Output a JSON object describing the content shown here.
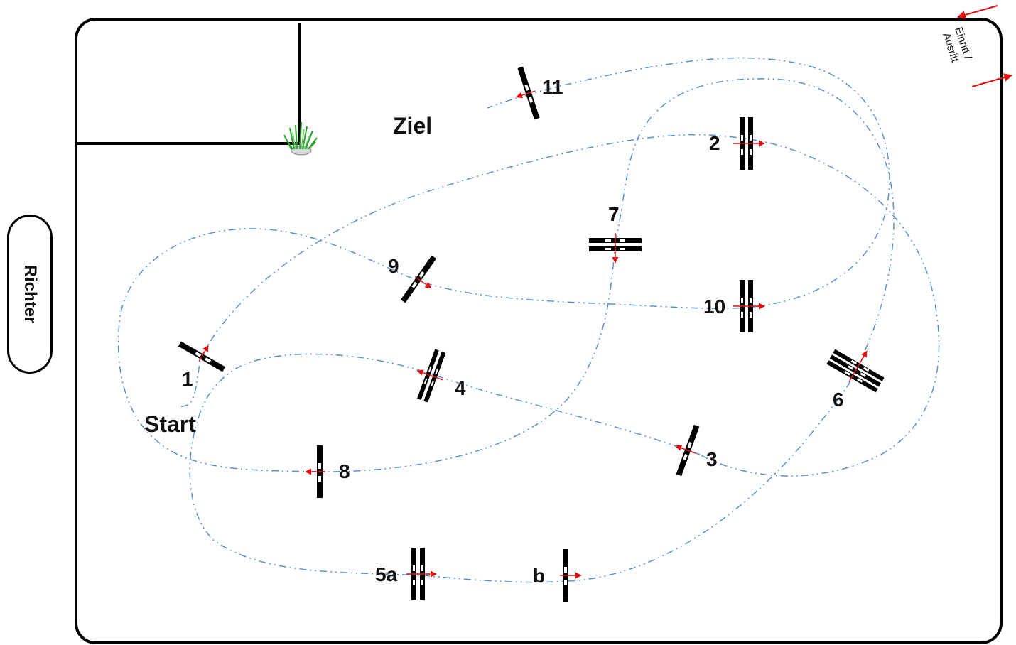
{
  "judge_label": "Richter",
  "entry_label_line1": "Einritt /",
  "entry_label_line2": "Ausritt",
  "start_label": "Start",
  "finish_label": "Ziel",
  "obstacles": [
    {
      "label": "1",
      "type": "vertical"
    },
    {
      "label": "2",
      "type": "oxer"
    },
    {
      "label": "3",
      "type": "vertical"
    },
    {
      "label": "4",
      "type": "oxer"
    },
    {
      "label": "5a",
      "type": "oxer"
    },
    {
      "label": "b",
      "type": "vertical"
    },
    {
      "label": "6",
      "type": "triple-bar"
    },
    {
      "label": "7",
      "type": "oxer"
    },
    {
      "label": "8",
      "type": "vertical"
    },
    {
      "label": "9",
      "type": "vertical"
    },
    {
      "label": "10",
      "type": "oxer"
    },
    {
      "label": "11",
      "type": "vertical"
    }
  ],
  "colors": {
    "route": "#5b8fd0",
    "arrow": "#e01010",
    "rail": "#000000",
    "plant": "#2aa02a"
  }
}
